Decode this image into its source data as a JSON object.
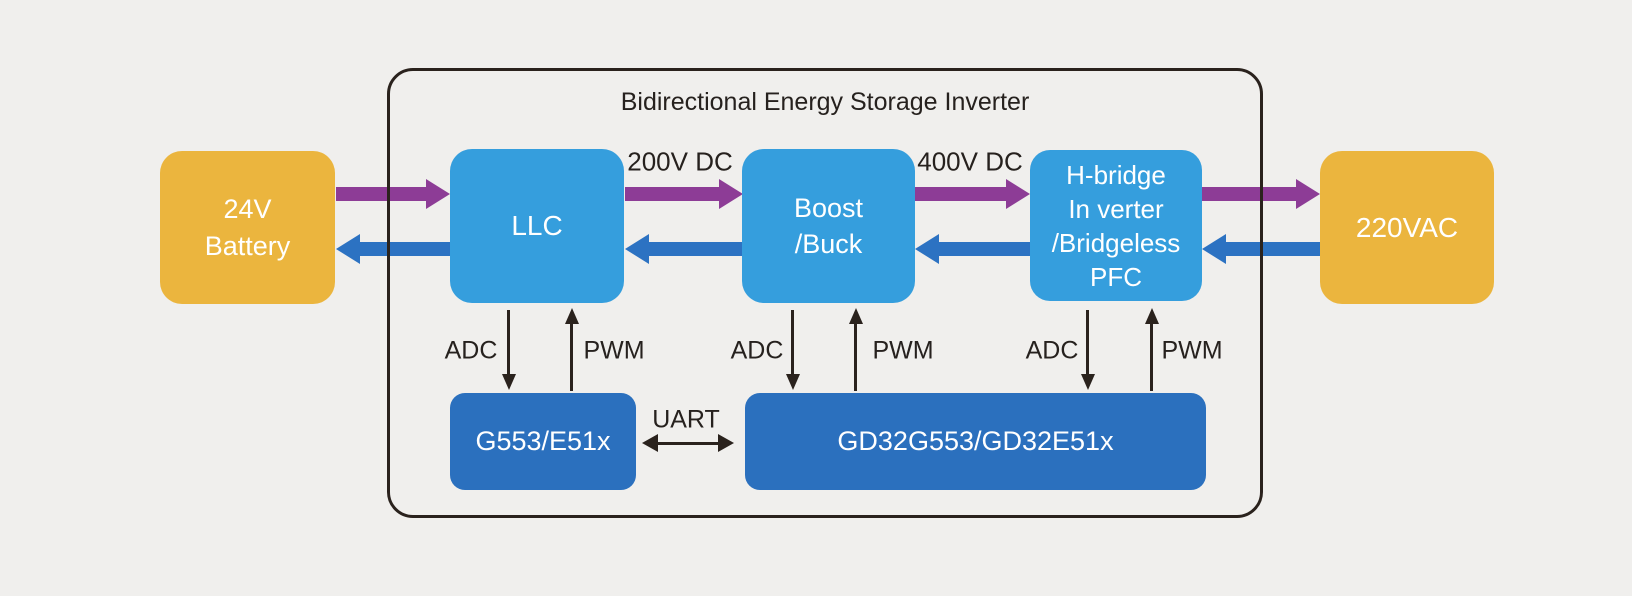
{
  "title": "Bidirectional Energy Storage Inverter",
  "blocks": {
    "battery": {
      "lines": [
        "24V",
        "Battery"
      ]
    },
    "llc": {
      "lines": [
        "LLC"
      ]
    },
    "boost": {
      "lines": [
        "Boost",
        "/Buck"
      ]
    },
    "hbridge": {
      "lines": [
        "H-bridge",
        "In verter",
        "/Bridgeless",
        "PFC"
      ]
    },
    "vac220": {
      "lines": [
        "220VAC"
      ]
    },
    "mcu_left": {
      "lines": [
        "G553/E51x"
      ]
    },
    "mcu_right": {
      "lines": [
        "GD32G553/GD32E51x"
      ]
    }
  },
  "flow_labels": {
    "llc_to_boost": "200V DC",
    "boost_to_hbridge": "400V DC"
  },
  "signal_labels": {
    "adc": "ADC",
    "pwm": "PWM",
    "uart": "UART"
  },
  "colors": {
    "background": "#F0EFED",
    "block_yellow": "#EBB53E",
    "block_light_blue": "#359EDD",
    "block_dark_blue": "#2B70BE",
    "arrow_purple": "#8D3C96",
    "arrow_blue": "#2C72C2",
    "ink": "#26211E"
  }
}
